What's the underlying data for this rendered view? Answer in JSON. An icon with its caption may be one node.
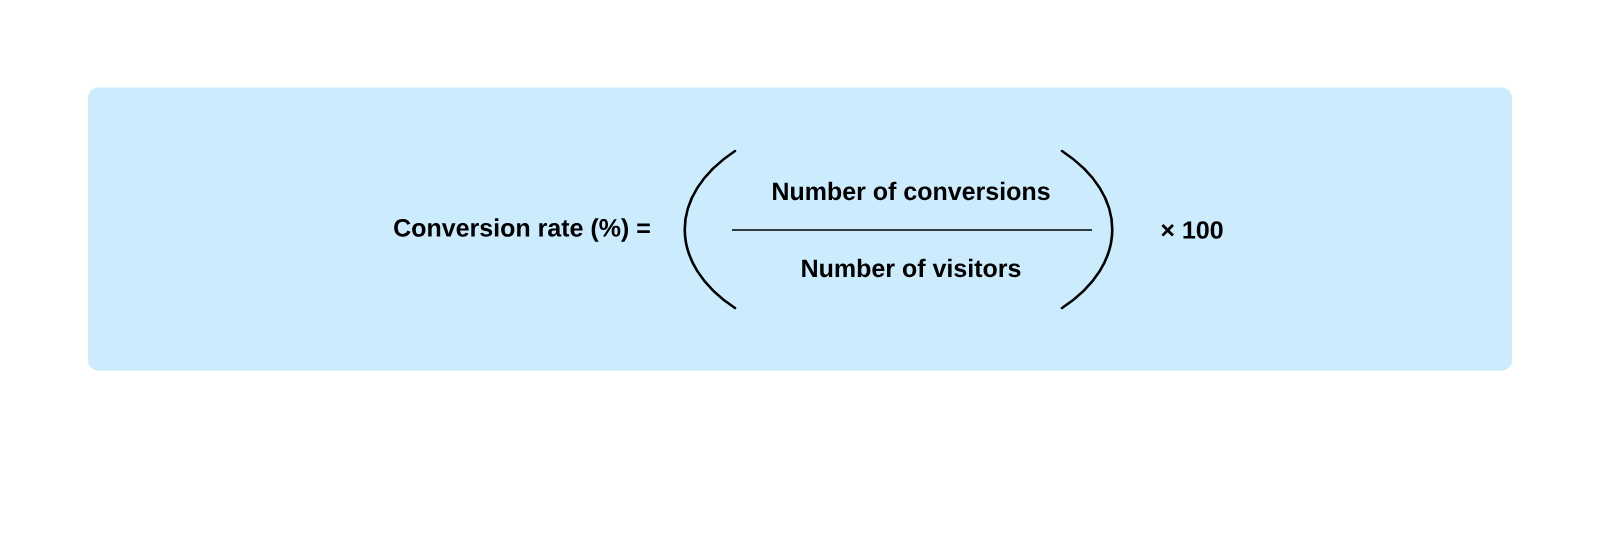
{
  "diagram": {
    "nodes": [
      {
        "text": [
          "Conversion rate (%) =",
          "Number of conversions",
          "Number of visitors",
          "× 100"
        ]
      }
    ]
  }
}
